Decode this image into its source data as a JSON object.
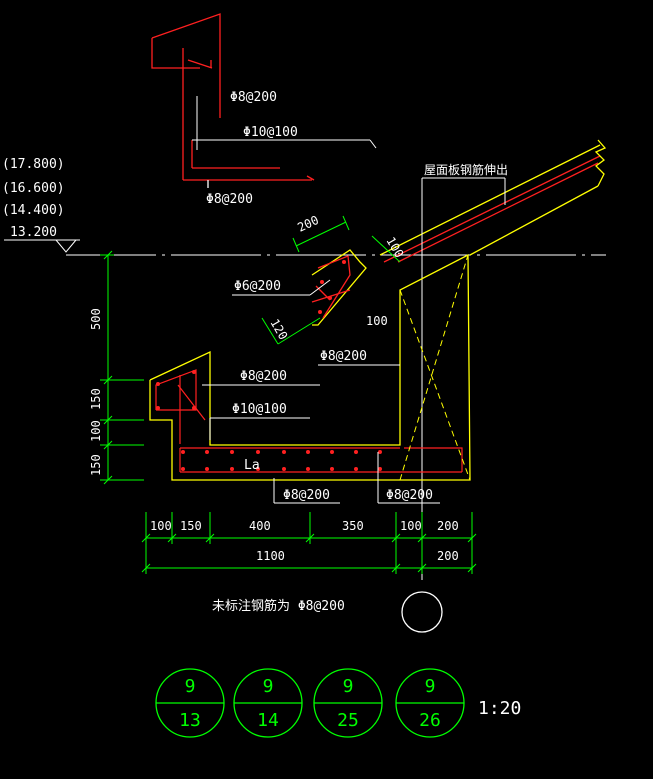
{
  "colors": {
    "background": "#000000",
    "rebar": "#ff2020",
    "concrete": "#ffff00",
    "dimension": "#00ff00",
    "text": "#ffffff",
    "axis": "#ffffff"
  },
  "labels": {
    "rebar_top_1": "Φ8@200",
    "rebar_top_2": "Φ10@100",
    "rebar_top_3": "Φ8@200",
    "elev_1": "(17.800)",
    "elev_2": "(16.600)",
    "elev_3": "(14.400)",
    "elev_4": "13.200",
    "roof_note": "屋面板钢筋伸出",
    "dim_200": "200",
    "dim_100a": "100",
    "dim_120": "120",
    "dim_100b": "100",
    "rebar_phi6": "Φ6@200",
    "rebar_mid_1": "Φ8@200",
    "rebar_mid_2": "Φ8@200",
    "rebar_mid_3": "Φ10@100",
    "la": "La",
    "rebar_bot_1": "Φ8@200",
    "rebar_bot_2": "Φ8@200",
    "note": "未标注钢筋为 Φ8@200",
    "scale": "1:20"
  },
  "vertical_dims": [
    "500",
    "150",
    "100",
    "150"
  ],
  "horizontal_dims": [
    "100",
    "150",
    "400",
    "350",
    "100",
    "200"
  ],
  "overall_dims": [
    "1100",
    "200"
  ],
  "detail_refs": [
    {
      "top": "9",
      "bottom": "13"
    },
    {
      "top": "9",
      "bottom": "14"
    },
    {
      "top": "9",
      "bottom": "25"
    },
    {
      "top": "9",
      "bottom": "26"
    }
  ]
}
